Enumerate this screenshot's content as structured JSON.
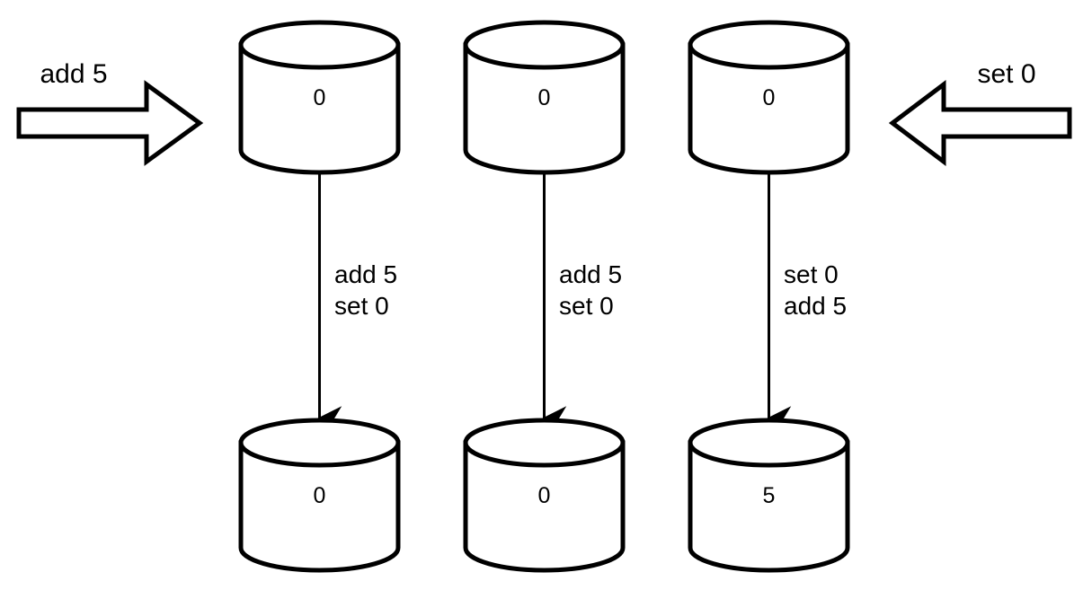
{
  "diagram": {
    "type": "distributed-replica-convergence-diagram",
    "background_color": "#ffffff",
    "stroke_color": "#000000",
    "text_color": "#000000",
    "external_operations": [
      {
        "id": "client-op-left",
        "label": "add 5",
        "direction": "right",
        "target_column": 1
      },
      {
        "id": "client-op-right",
        "label": "set 0",
        "direction": "left",
        "target_column": 3
      }
    ],
    "columns": [
      {
        "id": "replica-1",
        "initial_value": "0",
        "operations": [
          "add 5",
          "set 0"
        ],
        "final_value": "0"
      },
      {
        "id": "replica-2",
        "initial_value": "0",
        "operations": [
          "add 5",
          "set 0"
        ],
        "final_value": "0"
      },
      {
        "id": "replica-3",
        "initial_value": "0",
        "operations": [
          "set 0",
          "add 5"
        ],
        "final_value": "5"
      }
    ]
  }
}
